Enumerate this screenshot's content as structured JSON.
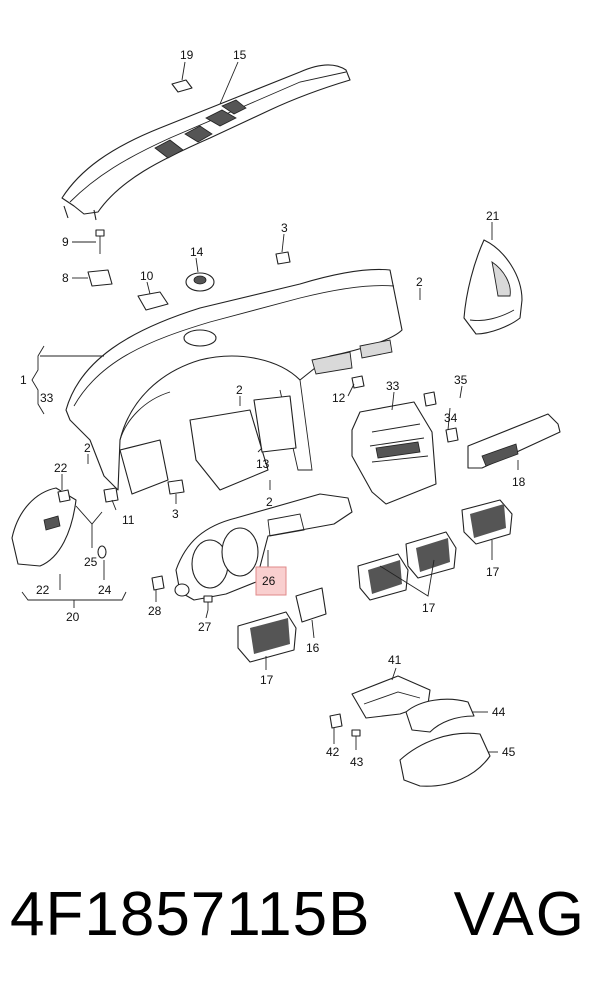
{
  "callouts": [
    {
      "id": "19",
      "text": "19"
    },
    {
      "id": "15",
      "text": "15"
    },
    {
      "id": "21",
      "text": "21"
    },
    {
      "id": "9",
      "text": "9"
    },
    {
      "id": "3a",
      "text": "3"
    },
    {
      "id": "14",
      "text": "14"
    },
    {
      "id": "8",
      "text": "8"
    },
    {
      "id": "10",
      "text": "10"
    },
    {
      "id": "2a",
      "text": "2"
    },
    {
      "id": "1",
      "text": "1"
    },
    {
      "id": "33a",
      "text": "33"
    },
    {
      "id": "2b",
      "text": "2"
    },
    {
      "id": "12",
      "text": "12"
    },
    {
      "id": "33b",
      "text": "33"
    },
    {
      "id": "35",
      "text": "35"
    },
    {
      "id": "34",
      "text": "34"
    },
    {
      "id": "2c",
      "text": "2"
    },
    {
      "id": "13",
      "text": "13"
    },
    {
      "id": "22a",
      "text": "22"
    },
    {
      "id": "11",
      "text": "11"
    },
    {
      "id": "2d",
      "text": "2"
    },
    {
      "id": "3b",
      "text": "3"
    },
    {
      "id": "18",
      "text": "18"
    },
    {
      "id": "25",
      "text": "25"
    },
    {
      "id": "26",
      "text": "26"
    },
    {
      "id": "17a",
      "text": "17"
    },
    {
      "id": "22b",
      "text": "22"
    },
    {
      "id": "24",
      "text": "24"
    },
    {
      "id": "20",
      "text": "20"
    },
    {
      "id": "28",
      "text": "28"
    },
    {
      "id": "27",
      "text": "27"
    },
    {
      "id": "16",
      "text": "16"
    },
    {
      "id": "17b",
      "text": "17"
    },
    {
      "id": "17c",
      "text": "17"
    },
    {
      "id": "41",
      "text": "41"
    },
    {
      "id": "44",
      "text": "44"
    },
    {
      "id": "42",
      "text": "42"
    },
    {
      "id": "43",
      "text": "43"
    },
    {
      "id": "45",
      "text": "45"
    }
  ],
  "highlighted_callout": "26",
  "highlight_color": "#f9cfcf",
  "part_number": "4F1857115B",
  "brand": "VAG"
}
